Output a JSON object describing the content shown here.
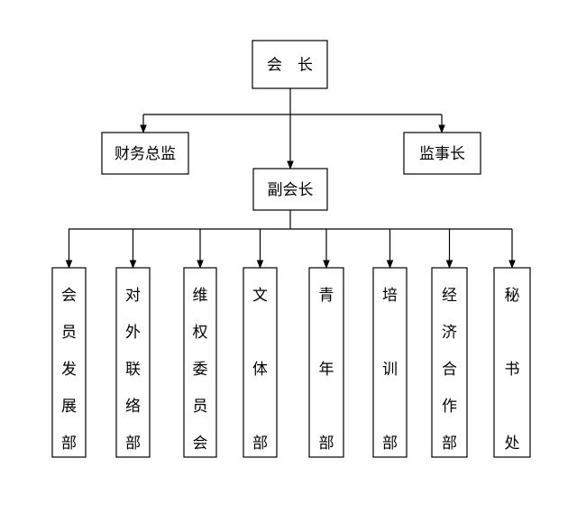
{
  "org_chart": {
    "president": "会　长",
    "finance_director": "财务总监",
    "chief_supervisor": "监事长",
    "vice_president": "副会长",
    "departments": [
      "会员发展部",
      "对外联络部",
      "维权委员会",
      "文体部",
      "青年部",
      "培训部",
      "经济合作部",
      "秘书处"
    ]
  }
}
